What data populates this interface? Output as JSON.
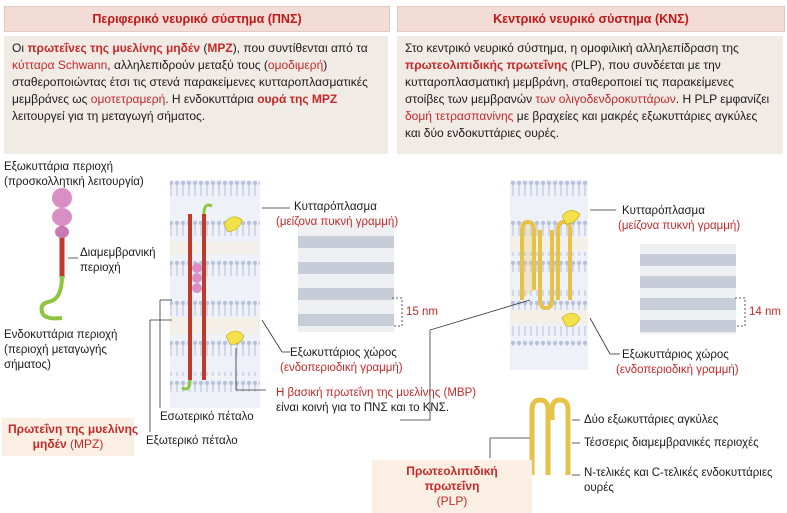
{
  "pns": {
    "header": "Περιφερικό νευρικό σύστημα (ΠΝΣ)",
    "text": {
      "p1": "Οι ",
      "b1": "πρωτεΐνες της μυελίνης μηδέν",
      "p2": " (",
      "b2": "MPZ",
      "p3": "), που συντίθενται από τα ",
      "r1": "κύτταρα Schwann",
      "p4": ", αλληλεπιδρούν μεταξύ τους (",
      "r2": "ομοδιμερή",
      "p5": ") σταθεροποιώντας έτσι τις στενά παρακείμενες κυτταροπλασματικές μεμβράνες ως ",
      "r3": "ομοτετραμερή",
      "p6": ". Η ενδοκυττάρια ",
      "b3": "ουρά της MPZ",
      "p7": " λειτουργεί για τη μεταγωγή σήματος."
    },
    "extracellular_region": "Εξωκυττάρια περιοχή\n(προσκολλητική λειτουργία)",
    "transmembrane_region": "Διαμεμβρανική\nπεριοχή",
    "intracellular_region": "Ενδοκυττάρια περιοχή\n(περιοχή μεταγωγής\nσήματος)",
    "cytoplasm": "Κυτταρόπλασμα",
    "major_dense_line": "(μείζονα πυκνή γραμμή)",
    "spacing": "15 nm",
    "extracellular_space": "Εξωκυττάριος χώρος",
    "intraperiod_line": "(ενδοπεριοδική γραμμή)",
    "mbp_red": "Η βασική πρωτεΐνη της μυελίνης (MBP)",
    "mbp_black": "είναι κοινή για το ΠΝΣ και το ΚΝΣ.",
    "inner_leaflet": "Εσωτερικό πέταλο",
    "outer_leaflet": "Εξωτερικό πέταλο",
    "tag_bold": "Πρωτεΐνη της μυελίνης\nμηδέν",
    "tag_rest": " (MPZ)"
  },
  "cns": {
    "header": "Κεντρικό νευρικό σύστημα (ΚΝΣ)",
    "text": {
      "p1": "Στο κεντρικό νευρικό σύστημα, η ομοφιλική αλληλεπίδραση της ",
      "b1": "πρωτεολιπιδικής πρωτεΐνης",
      "p2": " (PLP), που συνδέεται με την κυτταροπλασματική μεμβράνη, σταθεροποιεί τις παρακείμενες στοίβες των μεμβρανών ",
      "r1": "των ολιγοδενδροκυττάρων",
      "p3": ". Η PLP εμφανίζει ",
      "r2": "δομή τετρασπανίνης",
      "p4": " με βραχείες και μακρές εξωκυττάριες αγκύλες και δύο ενδοκυττάριες ουρές."
    },
    "cytoplasm": "Κυτταρόπλασμα",
    "major_dense_line": "(μείζονα πυκνή γραμμή)",
    "spacing": "14 nm",
    "extracellular_space": "Εξωκυττάριος χώρος",
    "intraperiod_line": "(ενδοπεριοδική γραμμή)",
    "loops": "Δύο εξωκυττάριες αγκύλες",
    "transmembrane": "Τέσσερις διαμεμβρανικές περιοχές",
    "termini": "N-τελικές και C-τελικές ενδοκυττάριες\nουρές",
    "tag_bold": "Πρωτεολιπιδική πρωτεΐνη",
    "tag_rest": "(PLP)"
  },
  "colors": {
    "header_bg": "#f4dcd6",
    "box_bg": "#f1ebe6",
    "accent_red": "#c62828",
    "membrane_blue": "#cfd6e8",
    "mpz_pink": "#d98fc6",
    "mpz_red": "#c0392b",
    "tail_green": "#8cc63f",
    "mbp_yellow": "#f2e14a",
    "plp_gold": "#e6c247"
  }
}
